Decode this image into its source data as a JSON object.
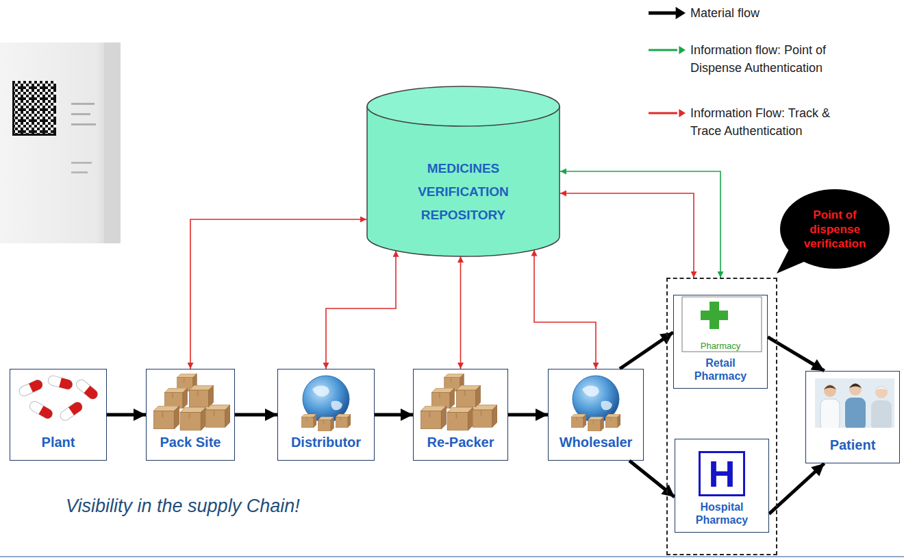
{
  "diagram": {
    "nodes": [
      {
        "text": [
          "MEDICINES VERIFICATION REPOSITORY"
        ]
      },
      {
        "text": [
          "Point of dispense verification"
        ]
      },
      {
        "text": [
          "Plant"
        ]
      },
      {
        "text": [
          "Pack Site"
        ]
      },
      {
        "text": [
          "Distributor"
        ]
      },
      {
        "text": [
          "Re-Packer"
        ]
      },
      {
        "text": [
          "Wholesaler"
        ]
      },
      {
        "text": []
      },
      {
        "text": [
          "Pharmacy",
          "Retail Pharmacy"
        ],
        "in": 7
      },
      {
        "text": [
          "H",
          "Hospital Pharmacy"
        ],
        "in": 7
      },
      {
        "text": [
          "Patient"
        ]
      }
    ],
    "edges": [
      {
        "from": 2,
        "to": 3,
        "arrow": "to"
      },
      {
        "from": 3,
        "to": 4,
        "arrow": "to"
      },
      {
        "from": 4,
        "to": 5,
        "arrow": "to"
      },
      {
        "from": 5,
        "to": 6,
        "arrow": "to"
      },
      {
        "from": 6,
        "to": 8,
        "arrow": "to"
      },
      {
        "from": 6,
        "to": 9,
        "arrow": "to"
      },
      {
        "from": 8,
        "to": 10,
        "arrow": "to"
      },
      {
        "from": 9,
        "to": 10,
        "arrow": "to"
      },
      {
        "from": 3,
        "to": 0,
        "arrow": "both"
      },
      {
        "from": 4,
        "to": 0,
        "arrow": "both"
      },
      {
        "from": 5,
        "to": 0,
        "arrow": "both"
      },
      {
        "from": 6,
        "to": 0,
        "arrow": "both"
      },
      {
        "from": 0,
        "to": 7,
        "arrow": "both"
      },
      {
        "from": 7,
        "to": 0,
        "arrow": "both"
      }
    ],
    "labels": [
      "Visibility in the supply Chain!"
    ],
    "legend": [
      {
        "text": "Material flow"
      },
      {
        "text": "Information flow: Point of Dispense Authentication"
      },
      {
        "text": "Information Flow: Track & Trace Authentication"
      }
    ]
  }
}
